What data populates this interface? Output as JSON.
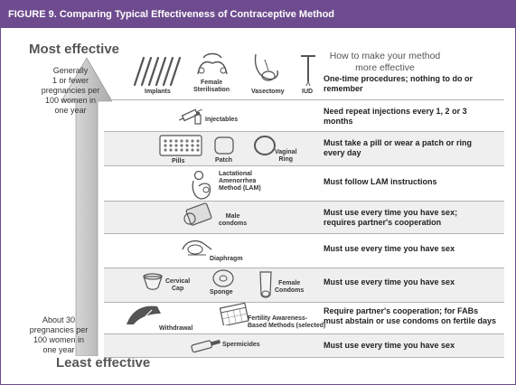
{
  "title": "FIGURE 9.  Comparing Typical Effectiveness of Contraceptive Method",
  "scale": {
    "most_label": "Most effective",
    "least_label": "Least effective",
    "top_note": [
      "Generally",
      "1 or fewer",
      "pregnancies per",
      "100 women in",
      "one year"
    ],
    "bottom_note": [
      "About 30",
      "pregnancies per",
      "100 women in",
      "one year"
    ]
  },
  "how_header": [
    "How to make your method",
    "more effective"
  ],
  "rows": [
    {
      "methods": [
        "Implants",
        "Female Sterilisation",
        "Vasectomy",
        "IUD"
      ],
      "advice": [
        "One-time procedures; nothing to do or",
        "remember"
      ]
    },
    {
      "methods": [
        "Injectables"
      ],
      "advice": [
        "Need repeat injections every 1, 2 or 3",
        "months"
      ]
    },
    {
      "methods": [
        "Pills",
        "Patch",
        "Vaginal Ring"
      ],
      "advice": [
        "Must take a pill or wear a patch or ring",
        "every day"
      ]
    },
    {
      "methods": [
        "Lactational Amenorrhea Method (LAM)"
      ],
      "advice": [
        "Must follow LAM instructions"
      ]
    },
    {
      "methods": [
        "Male condoms"
      ],
      "advice": [
        "Must use every time you have sex;",
        "requires partner's cooperation"
      ]
    },
    {
      "methods": [
        "Diaphragm"
      ],
      "advice": [
        "Must use every time you have sex"
      ]
    },
    {
      "methods": [
        "Cervical Cap",
        "Sponge",
        "Female Condoms"
      ],
      "advice": [
        "Must use every time you have sex"
      ]
    },
    {
      "methods": [
        "Withdrawal",
        "Fertility Awareness-Based Methods (selected)"
      ],
      "advice": [
        "Require partner's cooperation; for FABs",
        "must abstain or use condoms on fertile days"
      ]
    },
    {
      "methods": [
        "Spermicides"
      ],
      "advice": [
        "Must use every time you have sex"
      ]
    }
  ],
  "labels": {
    "implants": "Implants",
    "sterilisation": [
      "Female",
      "Sterilisation"
    ],
    "vasectomy": "Vasectomy",
    "iud": "IUD",
    "injectables": "Injectables",
    "pills": "Pills",
    "patch": "Patch",
    "ring": [
      "Vaginal",
      "Ring"
    ],
    "lam": [
      "Lactational",
      "Amenorrhea",
      "Method (LAM)"
    ],
    "male": [
      "Male",
      "condoms"
    ],
    "diaphragm": "Diaphragm",
    "cap": [
      "Cervical",
      "Cap"
    ],
    "sponge": "Sponge",
    "female": [
      "Female",
      "Condoms"
    ],
    "withdrawal": "Withdrawal",
    "fab": [
      "Fertility Awareness-",
      "Based Methods (selected)"
    ],
    "spermicides": "Spermicides"
  },
  "colors": {
    "title_bar": "#6e4b8e",
    "arrow": "#d6d6d6",
    "row_shade": "#efefef"
  }
}
